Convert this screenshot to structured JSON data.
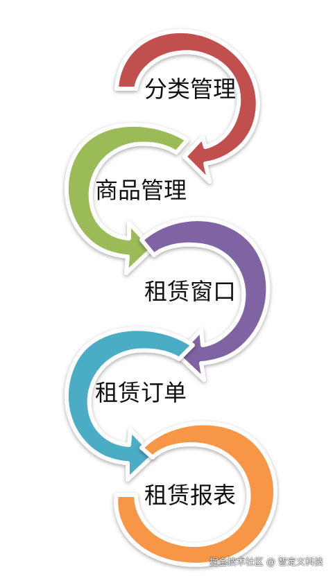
{
  "steps": [
    {
      "label": "分类管理",
      "color": "#c0504d"
    },
    {
      "label": "商品管理",
      "color": "#9bbb59"
    },
    {
      "label": "租赁窗口",
      "color": "#8064a2"
    },
    {
      "label": "租赁订单",
      "color": "#4bacc6"
    },
    {
      "label": "租赁报表",
      "color": "#f79646"
    }
  ],
  "watermark": "掘金技术社区 @ 智定义科技"
}
